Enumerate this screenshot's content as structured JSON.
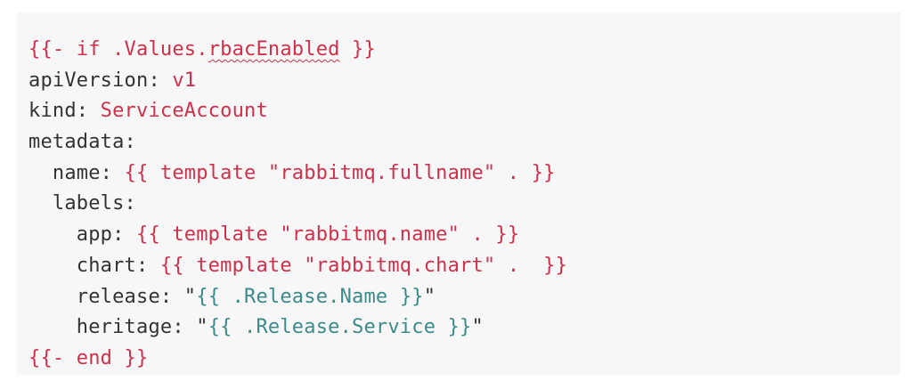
{
  "code": {
    "language": "yaml (helm template)",
    "lines": [
      {
        "indent": "",
        "tokens": [
          {
            "text": "{{- if .Values.",
            "style": "red"
          },
          {
            "text": "rbacEnabled",
            "style": "red-squiggle"
          },
          {
            "text": " }}",
            "style": "red"
          }
        ]
      },
      {
        "indent": "",
        "tokens": [
          {
            "text": "apiVersion: ",
            "style": "key"
          },
          {
            "text": "v1",
            "style": "red"
          }
        ]
      },
      {
        "indent": "",
        "tokens": [
          {
            "text": "kind: ",
            "style": "key"
          },
          {
            "text": "ServiceAccount",
            "style": "red"
          }
        ]
      },
      {
        "indent": "",
        "tokens": [
          {
            "text": "metadata:",
            "style": "key"
          }
        ]
      },
      {
        "indent": "  ",
        "tokens": [
          {
            "text": "name: ",
            "style": "key"
          },
          {
            "text": "{{ template \"rabbitmq.fullname\" . }}",
            "style": "red"
          }
        ]
      },
      {
        "indent": "  ",
        "tokens": [
          {
            "text": "labels:",
            "style": "key"
          }
        ]
      },
      {
        "indent": "    ",
        "tokens": [
          {
            "text": "app: ",
            "style": "key"
          },
          {
            "text": "{{ template \"rabbitmq.name\" . }}",
            "style": "red"
          }
        ]
      },
      {
        "indent": "    ",
        "tokens": [
          {
            "text": "chart: ",
            "style": "key"
          },
          {
            "text": "{{ template \"rabbitmq.chart\" .  }}",
            "style": "red"
          }
        ]
      },
      {
        "indent": "    ",
        "tokens": [
          {
            "text": "release: ",
            "style": "key"
          },
          {
            "text": "\"",
            "style": "plain"
          },
          {
            "text": "{{ .Release.Name }}",
            "style": "teal"
          },
          {
            "text": "\"",
            "style": "plain"
          }
        ]
      },
      {
        "indent": "    ",
        "tokens": [
          {
            "text": "heritage: ",
            "style": "key"
          },
          {
            "text": "\"",
            "style": "plain"
          },
          {
            "text": "{{ .Release.Service }}",
            "style": "teal"
          },
          {
            "text": "\"",
            "style": "plain"
          }
        ]
      },
      {
        "indent": "",
        "tokens": [
          {
            "text": "{{- end }}",
            "style": "red"
          }
        ]
      }
    ]
  },
  "colors": {
    "background": "#f7f7f7",
    "key": "#333333",
    "template_red": "#d1304a",
    "string_teal": "#3b8a8c"
  }
}
